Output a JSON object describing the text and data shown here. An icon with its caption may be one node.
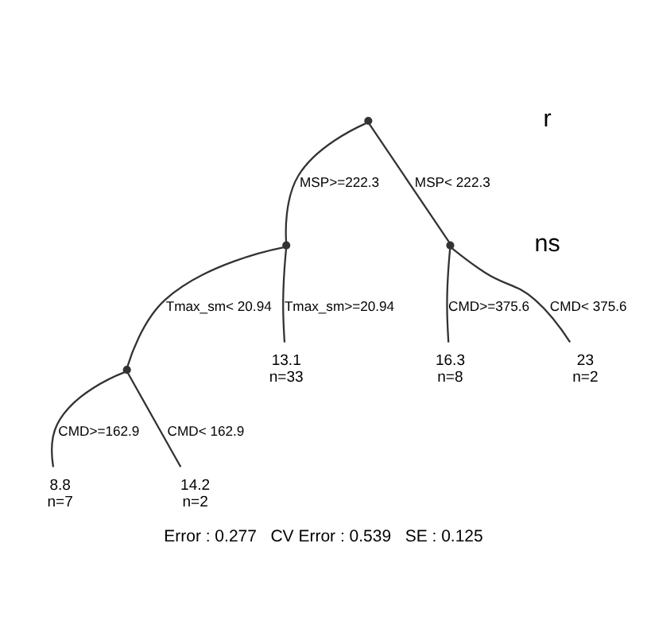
{
  "diagram": {
    "caption": "Error : 0.277   CV Error : 0.539   SE : 0.125",
    "nodes": [
      {
        "text": [],
        "shape": "point"
      },
      {
        "text": [],
        "shape": "point"
      },
      {
        "text": [],
        "shape": "point"
      },
      {
        "text": [],
        "shape": "point"
      },
      {
        "text": [
          "13.1",
          "n=33"
        ]
      },
      {
        "text": [
          "16.3",
          "n=8"
        ]
      },
      {
        "text": [
          "23",
          "n=2"
        ]
      },
      {
        "text": [
          "8.8",
          "n=7"
        ]
      },
      {
        "text": [
          "14.2",
          "n=2"
        ]
      }
    ],
    "edges": [
      {
        "from": 0,
        "to": 1,
        "arrow": "none",
        "label": "MSP>=222.3"
      },
      {
        "from": 0,
        "to": 2,
        "arrow": "none",
        "label": "MSP< 222.3"
      },
      {
        "from": 1,
        "to": 3,
        "arrow": "none",
        "label": "Tmax_sm< 20.94"
      },
      {
        "from": 1,
        "to": 4,
        "arrow": "none",
        "label": "Tmax_sm>=20.94"
      },
      {
        "from": 2,
        "to": 5,
        "arrow": "none",
        "label": "CMD>=375.6"
      },
      {
        "from": 2,
        "to": 6,
        "arrow": "none",
        "label": "CMD< 375.6"
      },
      {
        "from": 3,
        "to": 7,
        "arrow": "none",
        "label": "CMD>=162.9"
      },
      {
        "from": 3,
        "to": 8,
        "arrow": "none",
        "label": "CMD< 162.9"
      }
    ],
    "labels": [
      "r",
      "ns"
    ]
  }
}
